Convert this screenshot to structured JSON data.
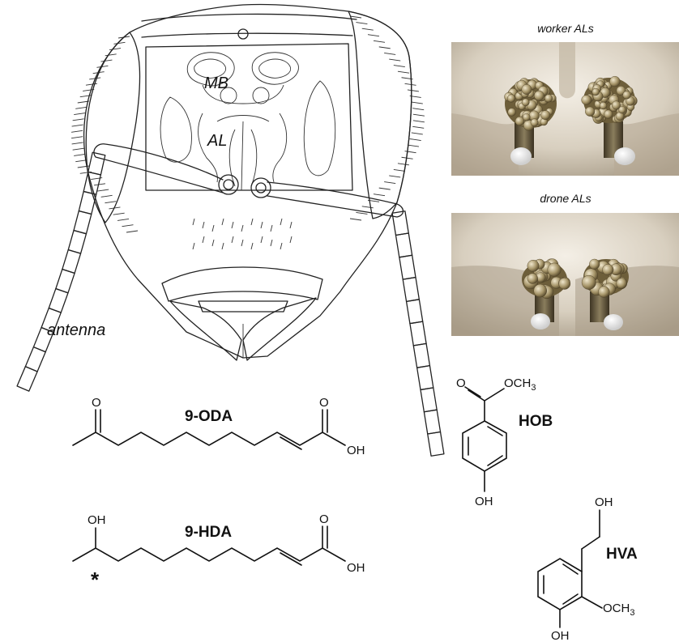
{
  "head_labels": {
    "mb": "MB",
    "al": "AL",
    "antenna": "antenna"
  },
  "photo_labels": {
    "worker": "worker ALs",
    "drone": "drone ALs"
  },
  "molecules": {
    "oda": {
      "name": "9-ODA",
      "o_top": "O",
      "o_acid": "O",
      "oh": "OH"
    },
    "hda": {
      "name": "9-HDA",
      "oh_top": "OH",
      "o_acid": "O",
      "oh": "OH",
      "stereo": "*"
    },
    "hob": {
      "name": "HOB",
      "o": "O",
      "och": "OCH",
      "sub": "3",
      "oh": "OH"
    },
    "hva": {
      "name": "HVA",
      "oh_top": "OH",
      "och": "OCH",
      "sub": "3",
      "oh": "OH"
    }
  },
  "colors": {
    "photo_bg": "#c9bfae",
    "lobe": "#8a7a52",
    "ink": "#111111"
  }
}
